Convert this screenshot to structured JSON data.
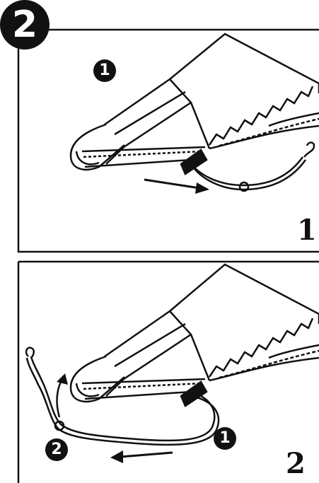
{
  "step": {
    "number": "2"
  },
  "panel1": {
    "callout_a": "1",
    "panel_number": "1"
  },
  "panel2": {
    "callout_a": "1",
    "callout_b": "2",
    "panel_number": "2"
  },
  "colors": {
    "ink": "#111111",
    "paper": "#ffffff"
  },
  "icons": [
    "arrow-right-icon",
    "arrow-left-icon",
    "arrow-up-curved-icon"
  ]
}
